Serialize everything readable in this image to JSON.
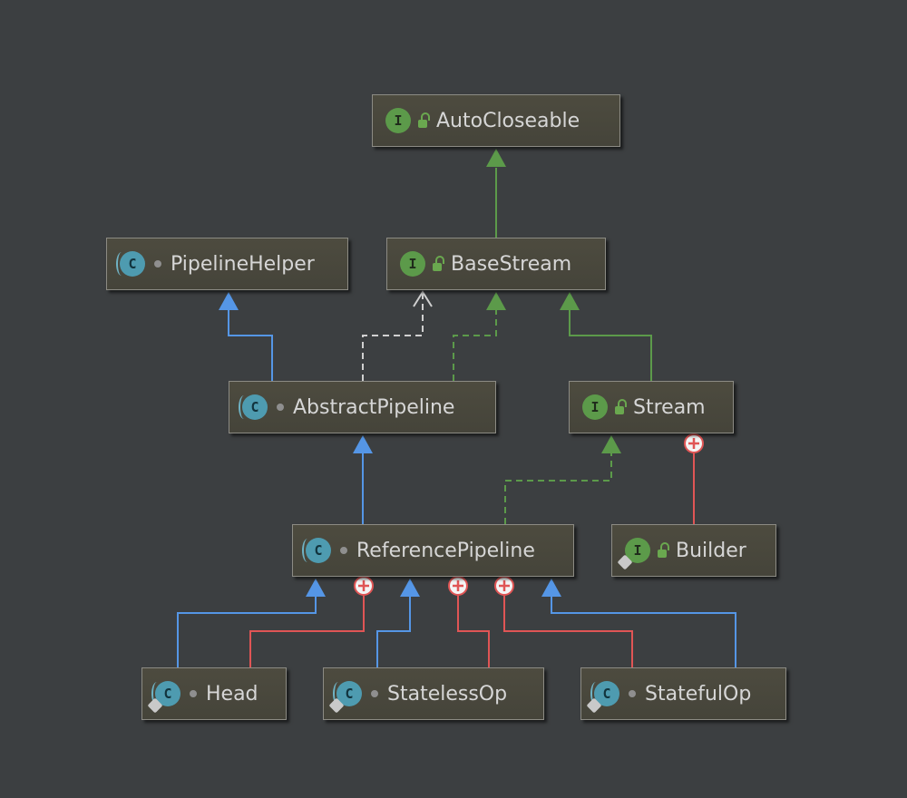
{
  "nodes": {
    "autocloseable": {
      "label": "AutoCloseable",
      "kind": "interface",
      "kind_letter": "I",
      "visibility": "public"
    },
    "pipelinehelper": {
      "label": "PipelineHelper",
      "kind": "abstract class",
      "kind_letter": "C",
      "visibility": "package-private"
    },
    "basestream": {
      "label": "BaseStream",
      "kind": "interface",
      "kind_letter": "I",
      "visibility": "public"
    },
    "abstractpipeline": {
      "label": "AbstractPipeline",
      "kind": "abstract class",
      "kind_letter": "C",
      "visibility": "package-private"
    },
    "stream": {
      "label": "Stream",
      "kind": "interface",
      "kind_letter": "I",
      "visibility": "public"
    },
    "referencepipeline": {
      "label": "ReferencePipeline",
      "kind": "abstract class",
      "kind_letter": "C",
      "visibility": "package-private"
    },
    "builder": {
      "label": "Builder",
      "kind": "static interface",
      "kind_letter": "I",
      "visibility": "public"
    },
    "head": {
      "label": "Head",
      "kind": "static class",
      "kind_letter": "C",
      "visibility": "package-private"
    },
    "statelessop": {
      "label": "StatelessOp",
      "kind": "static abstract class",
      "kind_letter": "C",
      "visibility": "package-private"
    },
    "statefulop": {
      "label": "StatefulOp",
      "kind": "static abstract class",
      "kind_letter": "C",
      "visibility": "package-private"
    }
  },
  "edges": [
    {
      "from": "basestream",
      "to": "autocloseable",
      "type": "extends-interface"
    },
    {
      "from": "abstractpipeline",
      "to": "pipelinehelper",
      "type": "extends"
    },
    {
      "from": "abstractpipeline",
      "to": "basestream",
      "type": "implements"
    },
    {
      "from": "abstractpipeline",
      "to": "basestream",
      "type": "implements-dashed-white"
    },
    {
      "from": "stream",
      "to": "basestream",
      "type": "extends-interface"
    },
    {
      "from": "referencepipeline",
      "to": "abstractpipeline",
      "type": "extends"
    },
    {
      "from": "referencepipeline",
      "to": "stream",
      "type": "implements"
    },
    {
      "from": "builder",
      "to": "stream",
      "type": "inner"
    },
    {
      "from": "head",
      "to": "referencepipeline",
      "type": "extends"
    },
    {
      "from": "head",
      "to": "referencepipeline",
      "type": "inner"
    },
    {
      "from": "statelessop",
      "to": "referencepipeline",
      "type": "extends"
    },
    {
      "from": "statelessop",
      "to": "referencepipeline",
      "type": "inner"
    },
    {
      "from": "statefulop",
      "to": "referencepipeline",
      "type": "inner"
    },
    {
      "from": "statefulop",
      "to": "referencepipeline",
      "type": "extends"
    }
  ],
  "colors": {
    "background": "#3c3f41",
    "extends": "#5596e6",
    "interface": "#5c9a4a",
    "inner": "#e05555",
    "dashed_white": "#d0d0d0"
  }
}
